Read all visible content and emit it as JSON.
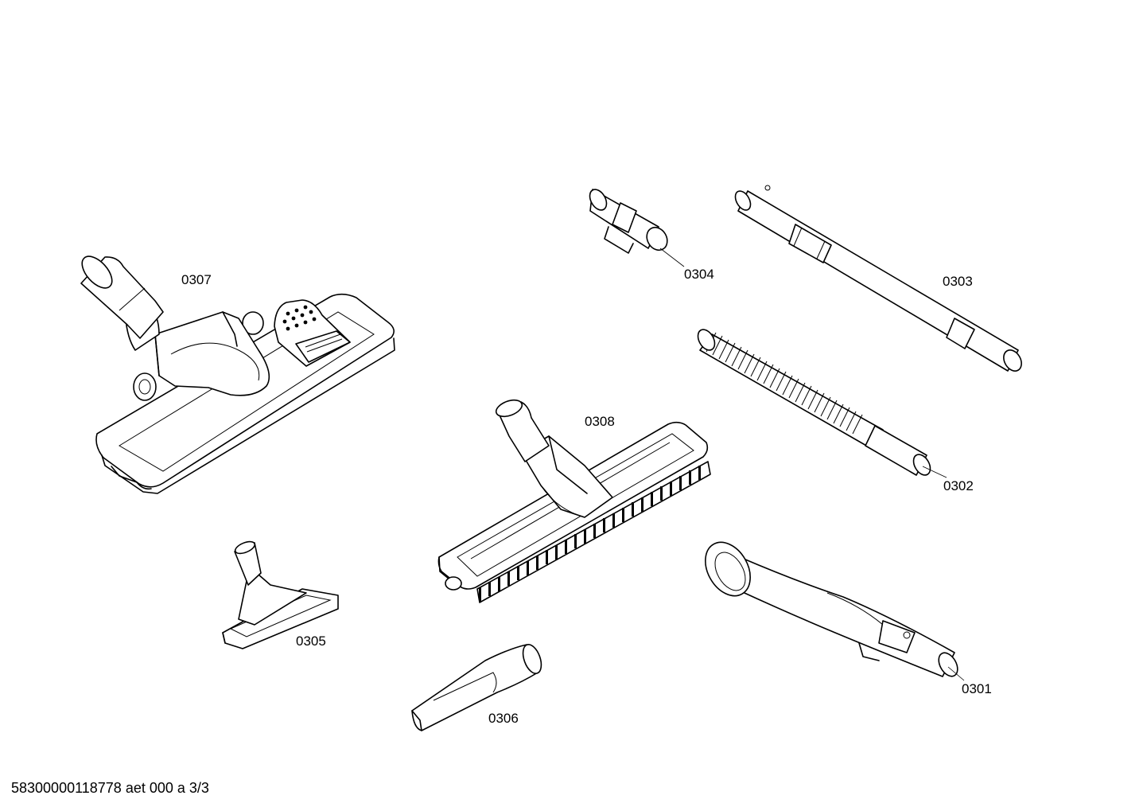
{
  "diagram": {
    "parts": [
      {
        "id": "0301",
        "label": "0301"
      },
      {
        "id": "0302",
        "label": "0302"
      },
      {
        "id": "0303",
        "label": "0303"
      },
      {
        "id": "0304",
        "label": "0304"
      },
      {
        "id": "0305",
        "label": "0305"
      },
      {
        "id": "0306",
        "label": "0306"
      },
      {
        "id": "0307",
        "label": "0307"
      },
      {
        "id": "0308",
        "label": "0308"
      }
    ]
  },
  "footer": {
    "document_id": "58300000118778 aet 000 a 3/3"
  }
}
